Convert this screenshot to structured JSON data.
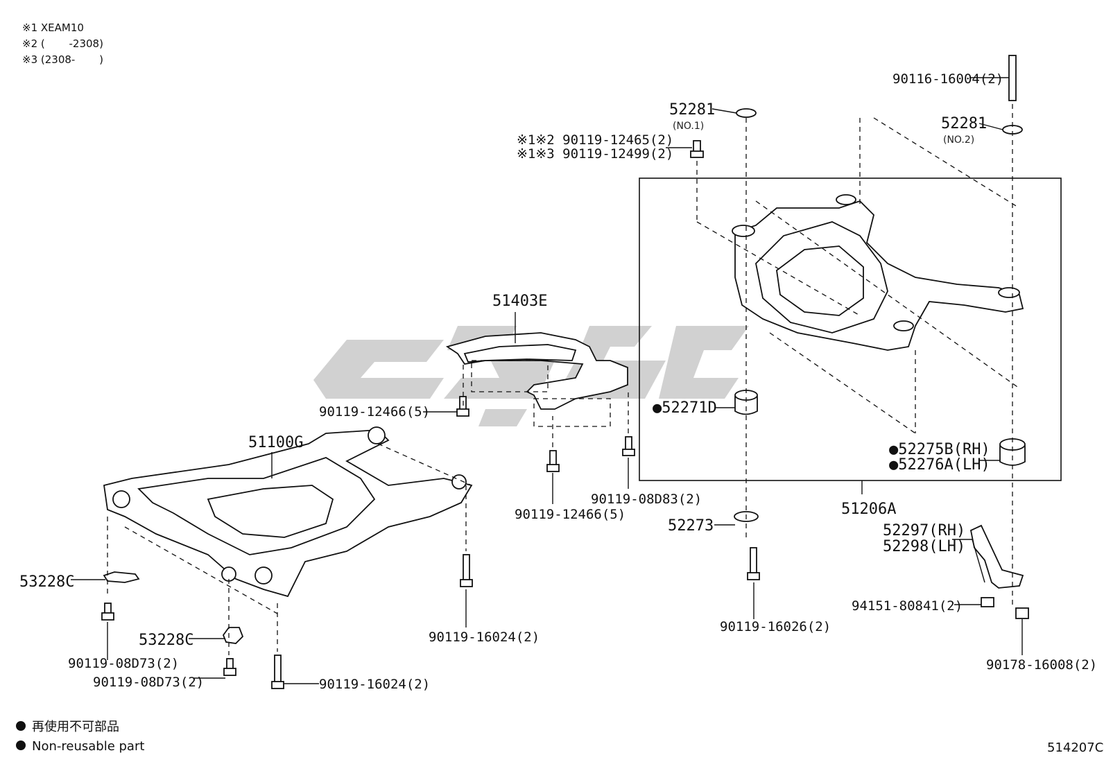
{
  "notes": [
    "※1 XEAM10",
    "※2 (　　 -2308)",
    "※3 (2308-　　 )"
  ],
  "legend": {
    "bullet": "●",
    "japanese": "再使用不可部品",
    "english": "Non-reusable part"
  },
  "diagram_code": "514207C",
  "labels": {
    "p51403E": "51403E",
    "p51100G": "51100G",
    "p53228C_a": "53228C",
    "p53228C_b": "53228C",
    "p90119_12466_a": "90119-12466(5)",
    "p90119_12466_b": "90119-12466(5)",
    "p90119_08D83": "90119-08D83(2)",
    "p90119_08D73_a": "90119-08D73(2)",
    "p90119_08D73_b": "90119-08D73(2)",
    "p90119_16024_a": "90119-16024(2)",
    "p90119_16024_b": "90119-16024(2)",
    "p52281_no1": "52281",
    "p52281_no1_sub": "(NO.1)",
    "p52281_no2": "52281",
    "p52281_no2_sub": "(NO.2)",
    "p90116_16004": "90116-16004(2)",
    "p90119_12465": "※1※2 90119-12465(2)",
    "p90119_12499": "※1※3 90119-12499(2)",
    "p52271D": "●52271D",
    "p52275B": "●52275B(RH)",
    "p52276A": "●52276A(LH)",
    "p51206A": "51206A",
    "p52273": "52273",
    "p90119_16026": "90119-16026(2)",
    "p52297": "52297(RH)",
    "p52298": "52298(LH)",
    "p94151_80841": "94151-80841(2)",
    "p90178_16008": "90178-16008(2)"
  }
}
